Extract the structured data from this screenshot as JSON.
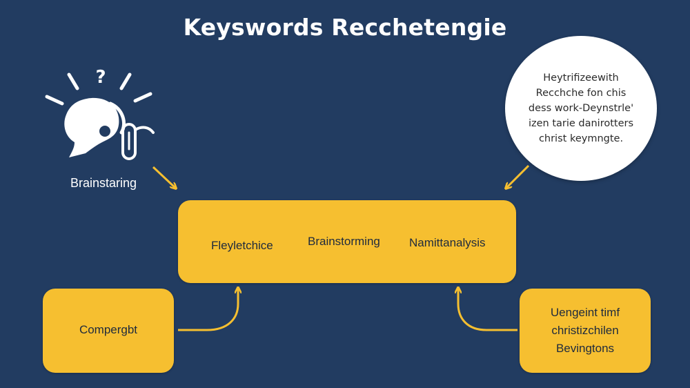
{
  "title": "Keyswords Recchetengie",
  "icon": {
    "name": "brainstorm-head-icon",
    "label": "Brainstaring"
  },
  "bubble": {
    "lines": [
      "Heytrifizeewith",
      "Recchche fon chis",
      "dess work-Deynstrle'",
      "izen tarie danirotters",
      "christ keymngte."
    ]
  },
  "center_box": {
    "items": [
      "Fleyletchice",
      "Brainstorming",
      "Namittanalysis"
    ]
  },
  "left_box": {
    "label": "Compergbt"
  },
  "right_box": {
    "lines": [
      "Uengeint timf",
      "christizchilen",
      "Bevingtons"
    ]
  },
  "colors": {
    "background": "#223c61",
    "box": "#f6bf30",
    "arrow": "#f6bf30",
    "bubble": "#ffffff",
    "text_light": "#ffffff",
    "text_dark": "#1e2a3d"
  }
}
